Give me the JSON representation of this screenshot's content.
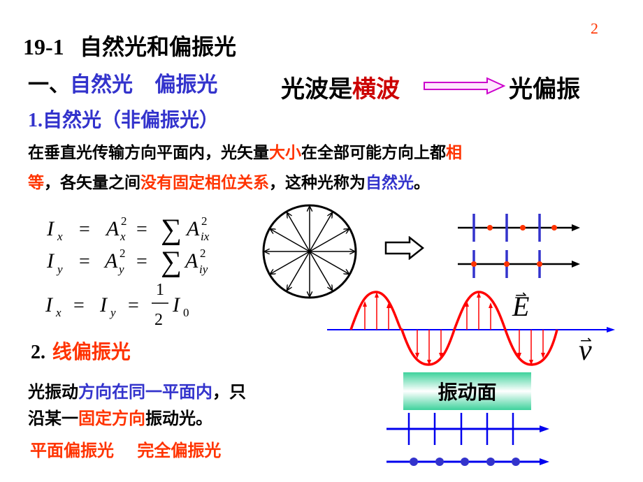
{
  "page_number": "2",
  "title": {
    "number": "19-1",
    "text": "自然光和偏振光"
  },
  "section1": {
    "prefix": "一、",
    "term1": "自然光",
    "term2": "偏振光"
  },
  "transverse": {
    "part1": "光波是",
    "part2": "横波",
    "result": "光偏振"
  },
  "subsection1": {
    "number": "1.",
    "text": "自然光（非偏振光）"
  },
  "natural_light_desc": {
    "line1": [
      {
        "text": "在垂直光传输方向平面内，光矢量",
        "color": "black"
      },
      {
        "text": "大小",
        "color": "red"
      },
      {
        "text": "在全部可能方向上都",
        "color": "black"
      },
      {
        "text": "相",
        "color": "red"
      }
    ],
    "line2": [
      {
        "text": "等",
        "color": "red"
      },
      {
        "text": "，各矢量之间",
        "color": "black"
      },
      {
        "text": "没有固定相位关系",
        "color": "red"
      },
      {
        "text": "，这种光称为",
        "color": "black"
      },
      {
        "text": "自然光",
        "color": "blue"
      },
      {
        "text": "。",
        "color": "black"
      }
    ]
  },
  "formulas": {
    "f1": "I_x = A_x^2 = Σ A_ix^2",
    "f2": "I_y = A_y^2 = Σ A_iy^2",
    "f3": "I_x = I_y = (1/2) I_0"
  },
  "subsection2": {
    "number": "2.",
    "text": "线偏振光"
  },
  "linear_desc": {
    "line1": [
      {
        "text": "光振动",
        "color": "black"
      },
      {
        "text": "方向在同一平面内",
        "color": "blue"
      },
      {
        "text": "，只",
        "color": "black"
      }
    ],
    "line2": [
      {
        "text": "沿某一",
        "color": "black"
      },
      {
        "text": "固定方向",
        "color": "red"
      },
      {
        "text": "振动光。",
        "color": "black"
      }
    ]
  },
  "aliases": {
    "a1": "平面偏振光",
    "a2": "完全偏振光"
  },
  "vibration_plane_label": "振动面",
  "wave_labels": {
    "E": "E",
    "v": "v"
  },
  "colors": {
    "red": "#ff3300",
    "dark_red": "#cc0000",
    "blue": "#3333cc",
    "arrow_pink": "#cc00cc",
    "plane_green": "#3ed29c"
  }
}
